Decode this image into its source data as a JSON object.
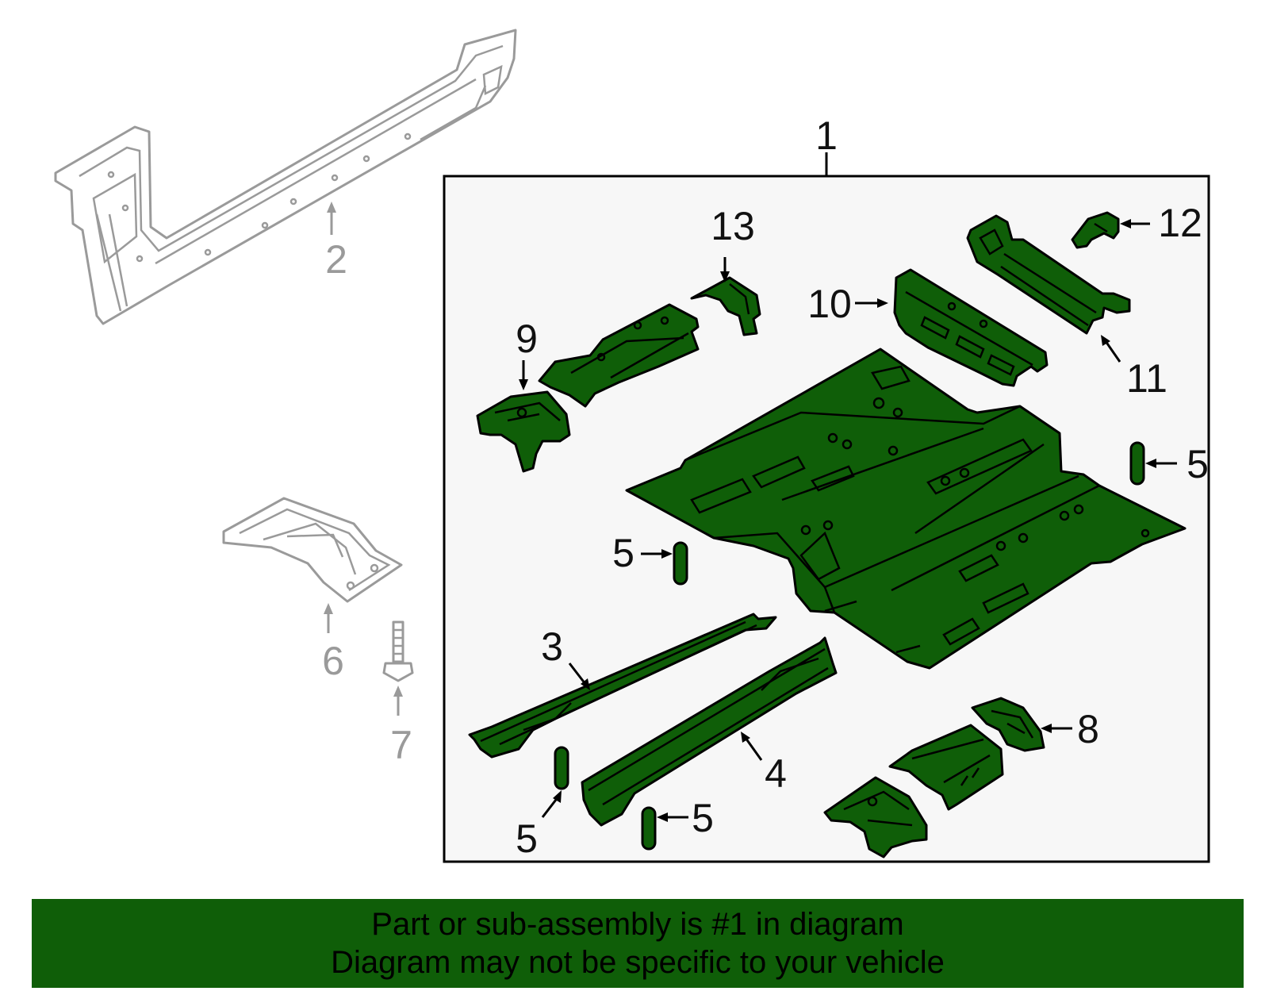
{
  "callouts": {
    "c1": "1",
    "c2": "2",
    "c3": "3",
    "c4": "4",
    "c5a": "5",
    "c5b": "5",
    "c5c": "5",
    "c5d": "5",
    "c6": "6",
    "c7": "7",
    "c8": "8",
    "c9": "9",
    "c10": "10",
    "c11": "11",
    "c12": "12",
    "c13": "13"
  },
  "footer": {
    "line1": "Part or sub-assembly is #1 in diagram",
    "line2": "Diagram may not be specific to your vehicle"
  },
  "colors": {
    "highlight_green": "#0f5e08",
    "outline_grey": "#9a9a9a",
    "box_fill": "#f7f7f7"
  }
}
